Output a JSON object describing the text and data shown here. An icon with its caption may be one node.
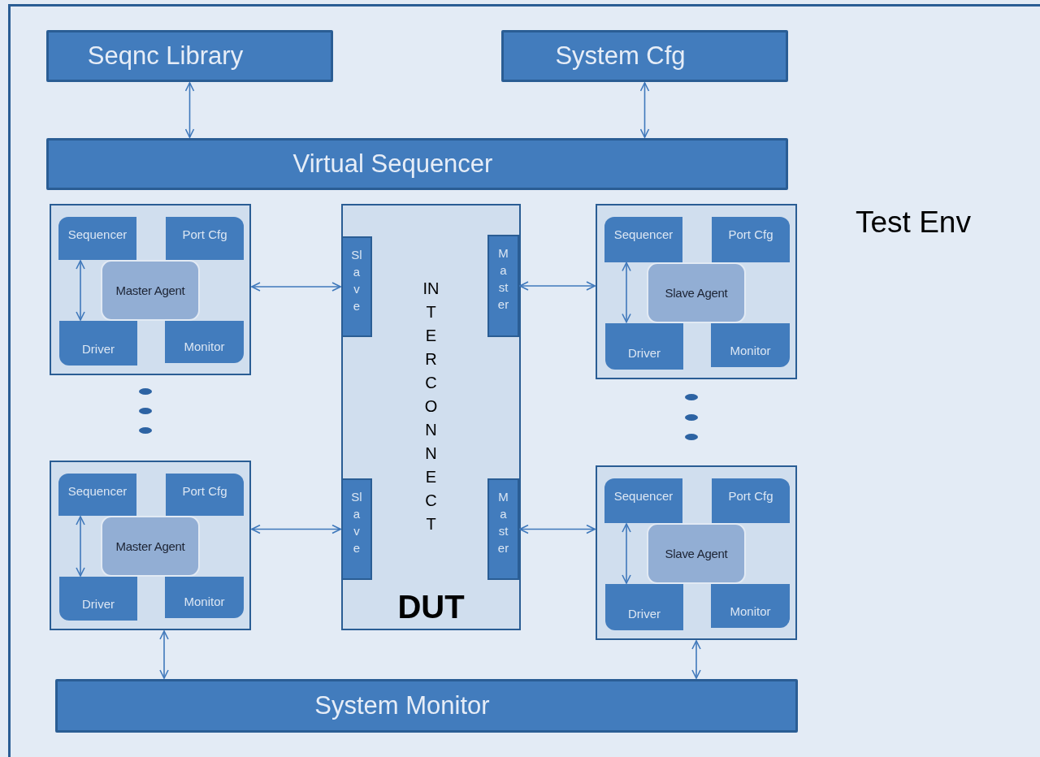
{
  "diagram": {
    "nodes": [
      {
        "text": [
          "Test Env"
        ]
      },
      {
        "text": [
          "Seqnc Library"
        ],
        "in": 0
      },
      {
        "text": [
          "System Cfg"
        ],
        "in": 0
      },
      {
        "text": [
          "Virtual Sequencer"
        ],
        "in": 0
      },
      {
        "text": [],
        "shape": "box",
        "in": 0
      },
      {
        "text": [
          "Sequencer"
        ],
        "in": 4
      },
      {
        "text": [
          "Port Cfg"
        ],
        "in": 4
      },
      {
        "text": [
          "Master Agent"
        ],
        "in": 4
      },
      {
        "text": [
          "Driver"
        ],
        "in": 4
      },
      {
        "text": [
          "Monitor"
        ],
        "in": 4
      },
      {
        "text": [],
        "shape": "box",
        "in": 0
      },
      {
        "text": [
          "Sequencer"
        ],
        "in": 10
      },
      {
        "text": [
          "Port Cfg"
        ],
        "in": 10
      },
      {
        "text": [
          "Master Agent"
        ],
        "in": 10
      },
      {
        "text": [
          "Driver"
        ],
        "in": 10
      },
      {
        "text": [
          "Monitor"
        ],
        "in": 10
      },
      {
        "text": [
          "INTERCONNECT",
          "DUT"
        ],
        "in": 0
      },
      {
        "text": [
          "Slave"
        ],
        "in": 16
      },
      {
        "text": [
          "Master"
        ],
        "in": 16
      },
      {
        "text": [
          "Slave"
        ],
        "in": 16
      },
      {
        "text": [
          "Master"
        ],
        "in": 16
      },
      {
        "text": [],
        "shape": "box",
        "in": 0
      },
      {
        "text": [
          "Sequencer"
        ],
        "in": 21
      },
      {
        "text": [
          "Port Cfg"
        ],
        "in": 21
      },
      {
        "text": [
          "Slave Agent"
        ],
        "in": 21
      },
      {
        "text": [
          "Driver"
        ],
        "in": 21
      },
      {
        "text": [
          "Monitor"
        ],
        "in": 21
      },
      {
        "text": [],
        "shape": "box",
        "in": 0
      },
      {
        "text": [
          "Sequencer"
        ],
        "in": 27
      },
      {
        "text": [
          "Port Cfg"
        ],
        "in": 27
      },
      {
        "text": [
          "Slave Agent"
        ],
        "in": 27
      },
      {
        "text": [
          "Driver"
        ],
        "in": 27
      },
      {
        "text": [
          "Monitor"
        ],
        "in": 27
      },
      {
        "text": [
          "System Monitor"
        ],
        "in": 0
      }
    ],
    "edges": [
      {
        "from": 1,
        "to": 3,
        "arrow": "both"
      },
      {
        "from": 2,
        "to": 3,
        "arrow": "both"
      },
      {
        "from": 5,
        "to": 8,
        "arrow": "both"
      },
      {
        "from": 4,
        "to": 17,
        "arrow": "both"
      },
      {
        "from": 11,
        "to": 14,
        "arrow": "both"
      },
      {
        "from": 10,
        "to": 19,
        "arrow": "both"
      },
      {
        "from": 18,
        "to": 21,
        "arrow": "both"
      },
      {
        "from": 22,
        "to": 25,
        "arrow": "both"
      },
      {
        "from": 20,
        "to": 27,
        "arrow": "both"
      },
      {
        "from": 28,
        "to": 31,
        "arrow": "both"
      },
      {
        "from": 10,
        "to": 33,
        "arrow": "both"
      },
      {
        "from": 27,
        "to": 33,
        "arrow": "both"
      }
    ]
  }
}
